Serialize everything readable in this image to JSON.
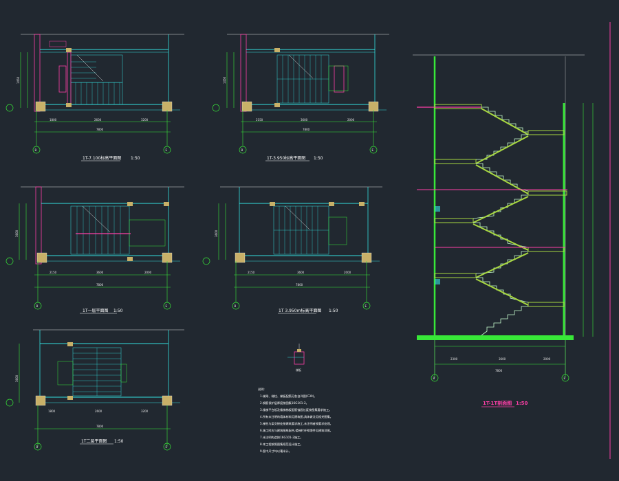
{
  "colors": {
    "background": "#212830",
    "wall": "#34e0e0",
    "dimension": "#38e838",
    "column": "#c8b068",
    "section_line": "#ff3fa8",
    "landing": "#a8d840",
    "rail": "#c8ffd0"
  },
  "plans": [
    {
      "title": "1T-7.100标高平面图",
      "scale": "1:50",
      "axis_left": "B",
      "axis_right": "E",
      "total": "7800",
      "dims": [
        "1800",
        "2600",
        "3200"
      ],
      "height": "1450"
    },
    {
      "title": "1T-3.950标高平面图",
      "scale": "1:50",
      "axis_left": "B",
      "axis_right": "E",
      "total": "7800",
      "dims": [
        "2150",
        "3600",
        "2000"
      ],
      "height": "1450"
    },
    {
      "title": "1T一层平面图",
      "scale": "1:50",
      "axis_left": "B",
      "axis_right": "E",
      "total": "7800",
      "dims": [
        "2150",
        "3600",
        "2000"
      ],
      "height": "3600"
    },
    {
      "title": "1T 3.950m标高平面图",
      "scale": "1:50",
      "axis_left": "B",
      "axis_right": "E",
      "total": "7800",
      "dims": [
        "2150",
        "3600",
        "2000"
      ],
      "height": "3600"
    },
    {
      "title": "1T二层平面图",
      "scale": "1:50",
      "axis_left": "B",
      "axis_right": "E",
      "total": "7800",
      "dims": [
        "1800",
        "2600",
        "3200"
      ],
      "height": "3600"
    }
  ],
  "section": {
    "title": "1T-1T剖面图",
    "scale": "1:50",
    "axis_left": "B",
    "axis_right": "E",
    "total": "7800",
    "dims": [
      "2300",
      "3600",
      "2000"
    ]
  },
  "detail": {
    "label": "梯板"
  },
  "notes": {
    "heading": "说明:",
    "lines": [
      "1.梯梁、梯柱、梯板配筋见各自详图(C30)。",
      "2.钢筋保护层厚度按图集16G101-2。",
      "3.楼梯平台板及楼梯梯板配筋锚固长度按图集要求施工。",
      "4.所有未注明的墙体材料见建筑图,具体做法见相关图集。",
      "5.梯柱与梁交接处按建筑要求施工,未注明者按要求处理。",
      "6.施工时应与建筑图纸配合,楼梯栏杆预埋件见建筑详图。",
      "7.未注明构造按16G101-2施工。",
      "8.本工程按照图集规范设计施工。",
      "9.图中尺寸均以毫米计。"
    ]
  }
}
